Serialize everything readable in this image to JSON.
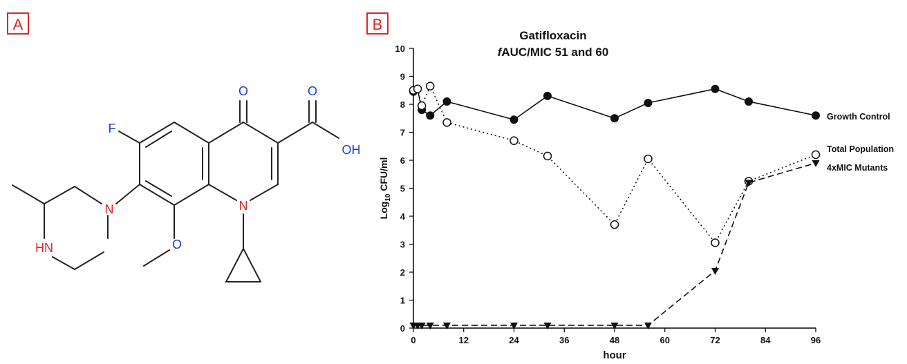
{
  "panels": {
    "a_label": "A",
    "b_label": "B"
  },
  "structure": {
    "atoms": {
      "fluorine": "F",
      "keto_oxygen": "O",
      "acid_oxygen": "O",
      "hydroxyl": "OH",
      "piperazine_n": "N",
      "quinolone_n": "N",
      "amine": "HN",
      "methoxy_oxygen": "O"
    },
    "colors": {
      "nitrogen": "#e02424",
      "oxygen": "#1a3cd8",
      "fluorine": "#1a3cd8",
      "bond": "#222222"
    }
  },
  "chart_data": {
    "type": "line",
    "title_line1": "Gatifloxacin",
    "title_italic": "f",
    "title_line2_rest": "AUC/MIC 51 and 60",
    "xlabel": "hour",
    "ylabel_main": "Log",
    "ylabel_sub": "10",
    "ylabel_tail": " CFU/ml",
    "xlim": [
      0,
      96
    ],
    "ylim": [
      0,
      10
    ],
    "xticks": [
      "0",
      "12",
      "24",
      "36",
      "48",
      "60",
      "72",
      "84",
      "96"
    ],
    "yticks": [
      "0",
      "1",
      "2",
      "3",
      "4",
      "5",
      "6",
      "7",
      "8",
      "9",
      "10"
    ],
    "series": [
      {
        "name": "Growth Control",
        "marker": "filled-circle",
        "line": "solid",
        "x": [
          0,
          1,
          2,
          4,
          8,
          24,
          32,
          48,
          56,
          72,
          80,
          96
        ],
        "y": [
          8.45,
          8.55,
          7.8,
          7.6,
          8.1,
          7.45,
          8.3,
          7.5,
          8.05,
          8.55,
          8.1,
          7.6
        ]
      },
      {
        "name": "Total Population",
        "marker": "open-circle",
        "line": "dotted",
        "x": [
          0,
          1,
          2,
          4,
          8,
          24,
          32,
          48,
          56,
          72,
          80,
          96
        ],
        "y": [
          8.5,
          8.55,
          7.95,
          8.65,
          7.35,
          6.7,
          6.15,
          3.7,
          6.05,
          3.05,
          5.25,
          6.2
        ]
      },
      {
        "name": "4xMIC Mutants",
        "marker": "filled-triangle-down",
        "line": "dashed",
        "x": [
          0,
          1,
          2,
          4,
          8,
          24,
          32,
          48,
          56,
          72,
          80,
          96
        ],
        "y": [
          0.1,
          0.1,
          0.1,
          0.1,
          0.1,
          0.1,
          0.1,
          0.1,
          0.1,
          2.05,
          5.2,
          5.9
        ]
      }
    ],
    "legend_placement": "right, at end of each line"
  }
}
